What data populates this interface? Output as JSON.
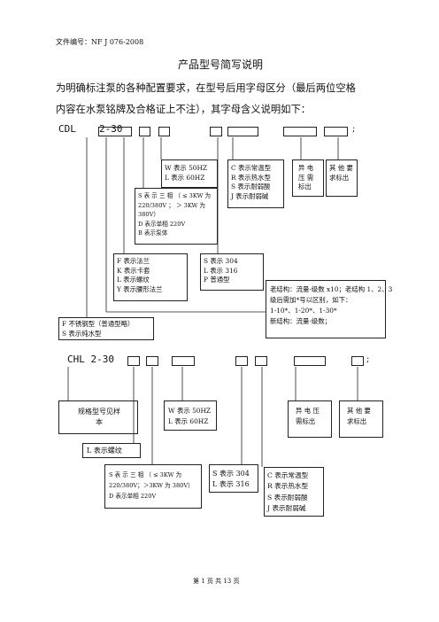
{
  "doc_number": "文件编号：NF J 076-2008",
  "title": "产品型号简写说明",
  "intro": {
    "line1": "为明确标注泵的各种配置要求，在型号后用字母区分（最后两位空格",
    "line2": "内容在水泵铭牌及合格证上不注），其字母含义说明如下："
  },
  "section1": {
    "model_prefix": "CDL",
    "model_suffix": "2-30",
    "semicolon": ";",
    "freq_box": [
      "W 表示 50HZ",
      "L 表示 60HZ"
    ],
    "temp_box": [
      "C 表示常温型",
      "R 表示热水型",
      "S 表示耐弱酸",
      "J 表示耐弱碱"
    ],
    "special_box": [
      "异  电",
      "压  需",
      "标出"
    ],
    "other_box": [
      "其 他 要",
      "求标出"
    ],
    "voltage_box": [
      "S  表 示 三 相 （ ≤ 3KW  为",
      "220/380V ；   ＞ 3KW   为",
      "380V）",
      "D 表示单相 220V",
      "B 表示泵体"
    ],
    "connect_box": [
      "F 表示法兰",
      "K 表示卡套",
      "L 表示螺纹",
      "Y 表示腰形法兰"
    ],
    "material_box": [
      "S 表示 304",
      "L 表示 316",
      "P 普通型"
    ],
    "note_box": [
      "老结构：流量-级数 x10；老结构 1、2、3",
      "级后需加*号以区别，如下：",
      "1-10*、1-20*、1-30*",
      "新结构：流量-级数；"
    ],
    "series_box": [
      "F 不锈钢型（普通型略）",
      "S 表示纯水型"
    ]
  },
  "section2": {
    "model": "CHL 2-30",
    "semicolon": ";",
    "spec_box": [
      "规格型号见样",
      "本"
    ],
    "freq_box": [
      "W 表示 50HZ",
      "L 表示 60HZ"
    ],
    "special_box": [
      "异 电 压",
      "需标出"
    ],
    "other_box": [
      "其 他 要",
      "求标出"
    ],
    "thread_box": [
      "L 表示螺纹"
    ],
    "voltage_box": [
      "S   表 示 三 相 （ ≤  3KW   为",
      "220/380V；＞3KW 为 380V）",
      "D 表示单相 220V"
    ],
    "material_box": [
      "S 表示 304",
      "L 表示 316"
    ],
    "temp_box": [
      "C 表示常温型",
      "R 表示热水型",
      "S 表示耐弱酸",
      "J 表示耐弱碱"
    ]
  },
  "footer": "第  1  页  共  13  页"
}
